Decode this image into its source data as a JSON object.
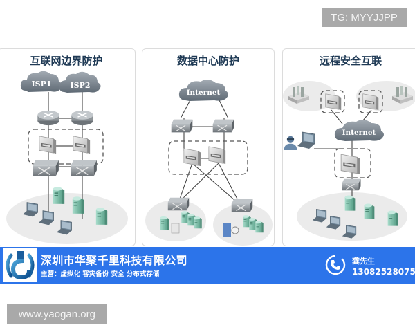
{
  "watermarks": {
    "top_right": "TG: MYYJJPP",
    "bottom_left": "www.yaogan.org"
  },
  "panels": [
    {
      "title": "互联网边界防护",
      "clouds": [
        "ISP1",
        "ISP2"
      ],
      "devices": [
        "router",
        "router",
        "firewall",
        "firewall",
        "switch",
        "switch",
        "laptop",
        "laptop",
        "laptop",
        "server",
        "server",
        "server"
      ]
    },
    {
      "title": "数据中心防护",
      "clouds": [
        "Internet"
      ],
      "devices": [
        "switch",
        "switch",
        "firewall",
        "firewall",
        "switch",
        "switch",
        "storage-server",
        "server-rack",
        "database-server",
        "server-rack"
      ]
    },
    {
      "title": "远程安全互联",
      "clouds": [
        "Internet"
      ],
      "devices": [
        "branch-office",
        "firewall",
        "branch-office",
        "firewall",
        "remote-user",
        "laptop",
        "firewall",
        "switch",
        "laptop",
        "laptop",
        "laptop",
        "server",
        "server",
        "server"
      ]
    }
  ],
  "banner": {
    "company_name": "深圳市华聚千里科技有限公司",
    "business_scope": "主营：虚拟化 容灾备份 安全 分布式存储",
    "contact_name": "龚先生",
    "contact_phone": "13082528075",
    "background_color": "#2c74ea"
  },
  "colors": {
    "cloud": "#7a8591",
    "device": "#8e9498",
    "server": "#7dbfa9",
    "dashed_border": "#555555",
    "zone": "#ebebeb",
    "title_text": "#1f3a55"
  }
}
